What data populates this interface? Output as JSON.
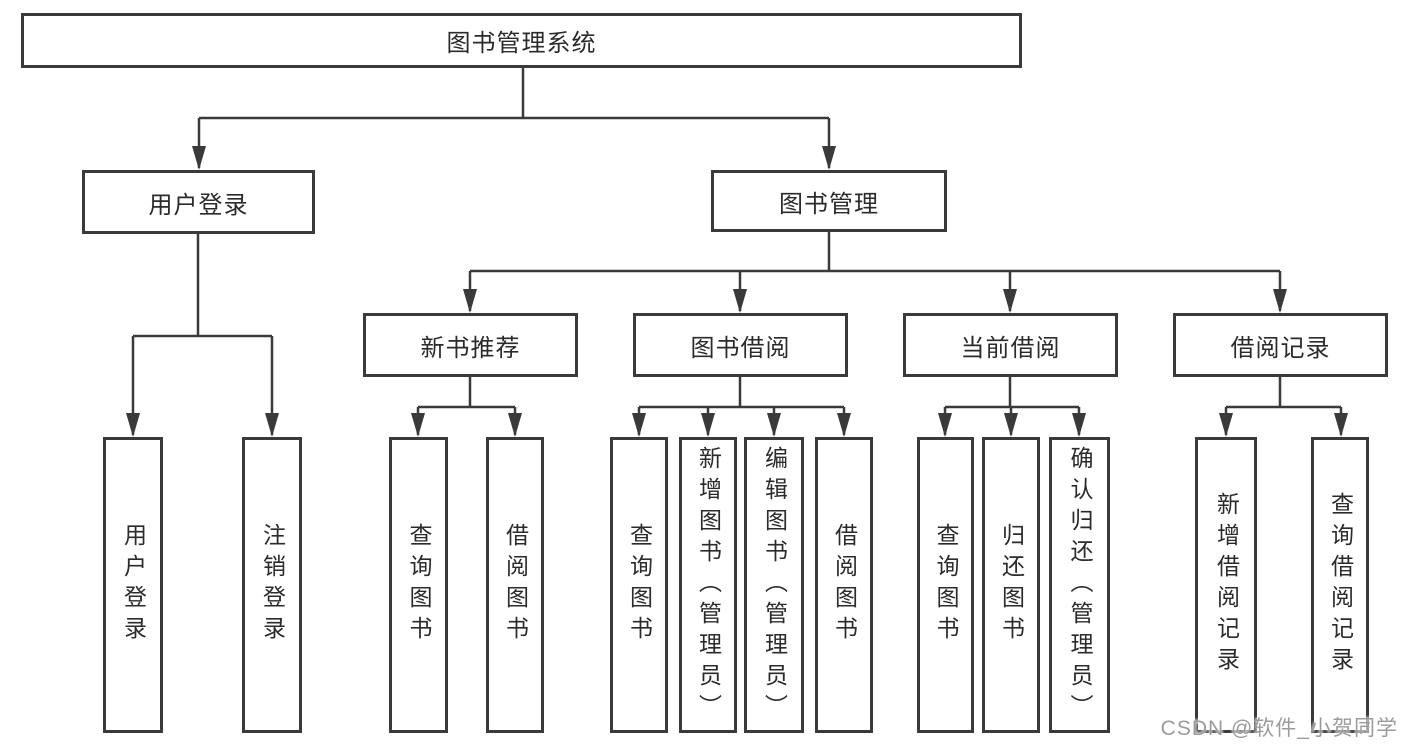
{
  "diagram": {
    "root": {
      "label": "图书管理系统"
    },
    "level2": {
      "user_login": {
        "label": "用户登录"
      },
      "book_management": {
        "label": "图书管理"
      }
    },
    "level3": {
      "new_book_recommend": {
        "label": "新书推荐"
      },
      "book_borrowing": {
        "label": "图书借阅"
      },
      "current_borrowing": {
        "label": "当前借阅"
      },
      "borrowing_records": {
        "label": "借阅记录"
      }
    },
    "leaves": {
      "user_login_leaf": {
        "label": "用户登录"
      },
      "logout": {
        "label": "注销登录"
      },
      "recommend_query_books": {
        "label": "查询图书"
      },
      "recommend_borrow_books": {
        "label": "借阅图书"
      },
      "borrow_query_books": {
        "label": "查询图书"
      },
      "add_books_admin": {
        "label": "新增图书（管理员）"
      },
      "edit_books_admin": {
        "label": "编辑图书（管理员）"
      },
      "borrow_borrow_books": {
        "label": "借阅图书"
      },
      "current_query_books": {
        "label": "查询图书"
      },
      "return_books": {
        "label": "归还图书"
      },
      "confirm_return_admin": {
        "label": "确认归还（管理员）"
      },
      "add_borrow_record": {
        "label": "新增借阅记录"
      },
      "query_borrow_record": {
        "label": "查询借阅记录"
      }
    }
  },
  "colors": {
    "ink": "#3a3a3a",
    "watermark": "#9b9b9b"
  },
  "watermark": {
    "text": "CSDN @软件_小贺同学"
  }
}
